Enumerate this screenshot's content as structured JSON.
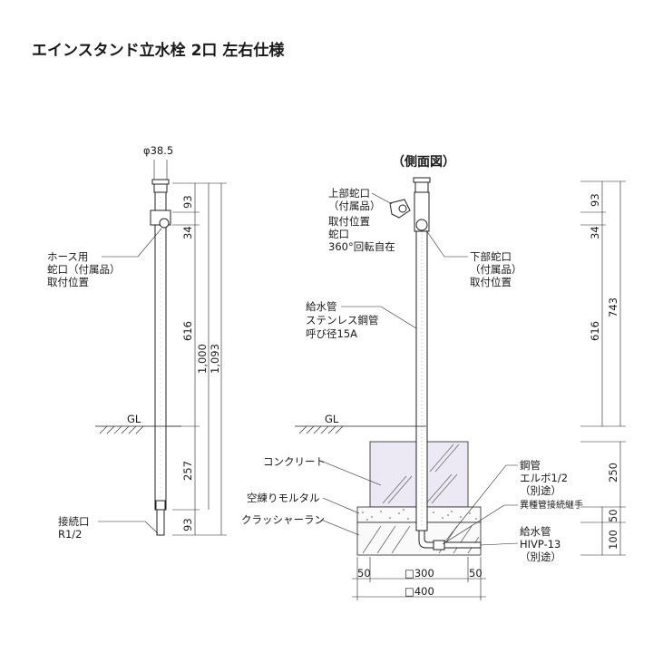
{
  "title": "エインスタンド立水栓 2口 左右仕様",
  "side_view_title": "（側面図）",
  "front": {
    "diameter": "φ38.5",
    "hose_label": [
      "ホース用",
      "蛇口（付属品）",
      "取付位置"
    ],
    "connection_label": [
      "接続口",
      "R1/2"
    ],
    "gl": "GL",
    "dims": {
      "top": "93",
      "faucet": "34",
      "mid": "616",
      "total_above": "1,000",
      "total": "1,093",
      "below": "257",
      "bottom": "93"
    }
  },
  "side": {
    "gl": "GL",
    "upper_faucet_label": [
      "上部蛇口",
      "（付属品）",
      "取付位置",
      "蛇口",
      "360°回転自在"
    ],
    "lower_faucet_label": [
      "下部蛇口",
      "（付属品）",
      "取付位置"
    ],
    "supply_pipe_label": [
      "給水管",
      "ステンレス鋼管",
      "呼び径15A"
    ],
    "concrete_label": "コンクリート",
    "mortar_label": "空練りモルタル",
    "crusher_label": "クラッシャーラン",
    "steel_pipe_label": [
      "鋼管",
      "エルボ1/2",
      "（別途）"
    ],
    "joint_label": "異種管接続継手",
    "hivp_label": [
      "給水管",
      "HIVP-13",
      "（別途）"
    ],
    "dims": {
      "top": "93",
      "faucet": "34",
      "mid": "616",
      "total": "743",
      "concrete": "250",
      "mortar": "50",
      "crusher": "100",
      "w_left": "50",
      "w_mid": "□300",
      "w_right": "50",
      "w_total": "□400"
    }
  },
  "colors": {
    "line": "#222222",
    "concrete": "#ece8f4",
    "mortar_dot": "#555555"
  }
}
